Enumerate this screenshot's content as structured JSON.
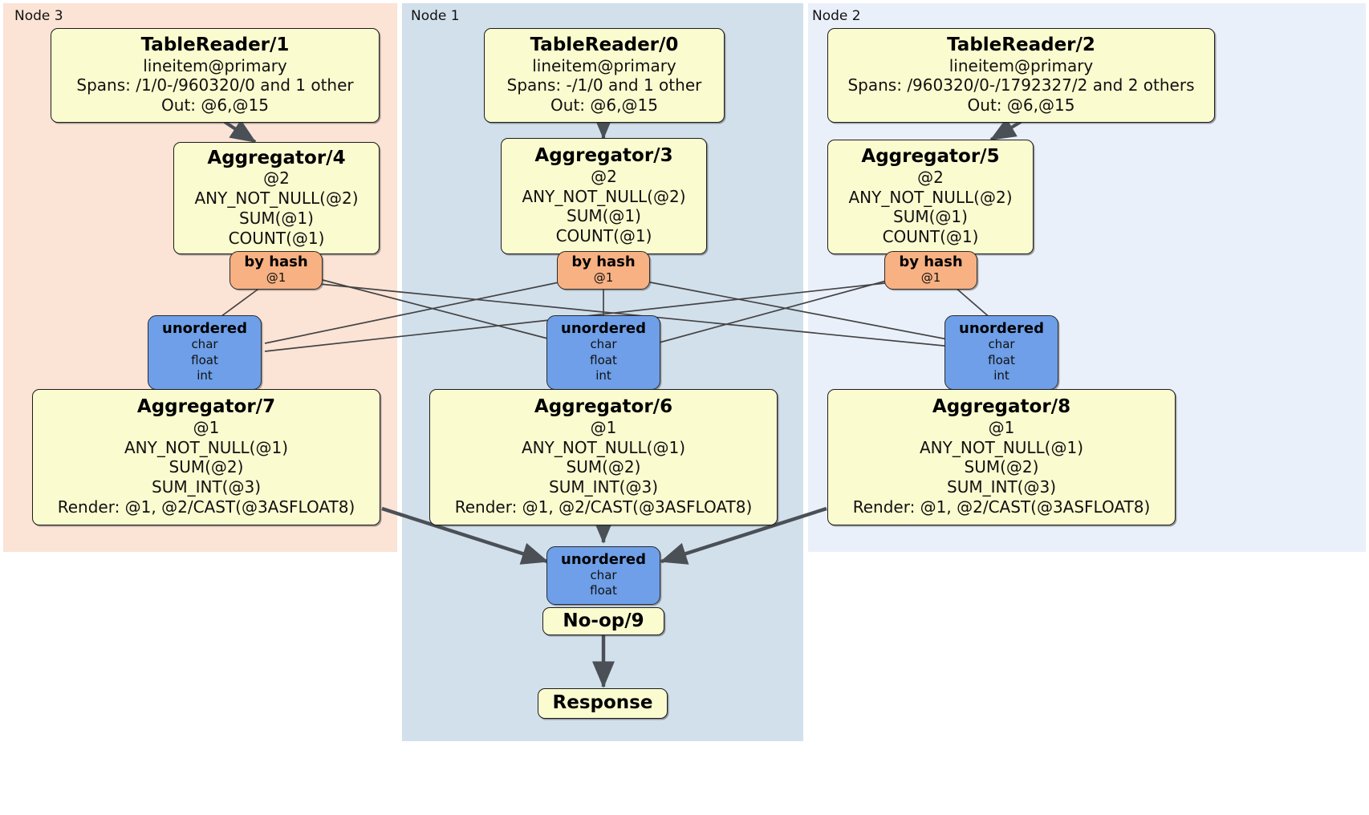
{
  "diagram": {
    "type": "distributed-query-plan",
    "colors": {
      "node3_panel": "#fbe3d6",
      "node1_panel": "#d2e0ec",
      "node2_panel": "#eaf0fa",
      "processor_fill": "#fbfbd0",
      "hash_router_fill": "#f7b183",
      "unordered_router_fill": "#6e9fe8",
      "edge": "#4a5056",
      "stroke": "#1c1c1c"
    },
    "panels": [
      {
        "id": "node3",
        "label": "Node 3"
      },
      {
        "id": "node1",
        "label": "Node 1"
      },
      {
        "id": "node2",
        "label": "Node 2"
      }
    ],
    "processors": {
      "tablereader_1": {
        "title": "TableReader/1",
        "lines": [
          "lineitem@primary",
          "Spans: /1/0-/960320/0 and 1 other",
          "Out: @6,@15"
        ]
      },
      "tablereader_0": {
        "title": "TableReader/0",
        "lines": [
          "lineitem@primary",
          "Spans: -/1/0 and 1 other",
          "Out: @6,@15"
        ]
      },
      "tablereader_2": {
        "title": "TableReader/2",
        "lines": [
          "lineitem@primary",
          "Spans: /960320/0-/1792327/2 and 2 others",
          "Out: @6,@15"
        ]
      },
      "aggregator_4": {
        "title": "Aggregator/4",
        "lines": [
          "@2",
          "ANY_NOT_NULL(@2)",
          "SUM(@1)",
          "COUNT(@1)"
        ]
      },
      "aggregator_3": {
        "title": "Aggregator/3",
        "lines": [
          "@2",
          "ANY_NOT_NULL(@2)",
          "SUM(@1)",
          "COUNT(@1)"
        ]
      },
      "aggregator_5": {
        "title": "Aggregator/5",
        "lines": [
          "@2",
          "ANY_NOT_NULL(@2)",
          "SUM(@1)",
          "COUNT(@1)"
        ]
      },
      "aggregator_7": {
        "title": "Aggregator/7",
        "lines": [
          "@1",
          "ANY_NOT_NULL(@1)",
          "SUM(@2)",
          "SUM_INT(@3)",
          "Render: @1, @2/CAST(@3ASFLOAT8)"
        ]
      },
      "aggregator_6": {
        "title": "Aggregator/6",
        "lines": [
          "@1",
          "ANY_NOT_NULL(@1)",
          "SUM(@2)",
          "SUM_INT(@3)",
          "Render: @1, @2/CAST(@3ASFLOAT8)"
        ]
      },
      "aggregator_8": {
        "title": "Aggregator/8",
        "lines": [
          "@1",
          "ANY_NOT_NULL(@1)",
          "SUM(@2)",
          "SUM_INT(@3)",
          "Render: @1, @2/CAST(@3ASFLOAT8)"
        ]
      },
      "noop_9": {
        "title": "No-op/9",
        "lines": []
      },
      "response": {
        "title": "Response",
        "lines": []
      }
    },
    "routers": {
      "hash_left": {
        "title": "by hash",
        "lines": [
          "@1"
        ]
      },
      "hash_center": {
        "title": "by hash",
        "lines": [
          "@1"
        ]
      },
      "hash_right": {
        "title": "by hash",
        "lines": [
          "@1"
        ]
      },
      "unord_left": {
        "title": "unordered",
        "lines": [
          "char",
          "float",
          "int"
        ]
      },
      "unord_center": {
        "title": "unordered",
        "lines": [
          "char",
          "float",
          "int"
        ]
      },
      "unord_right": {
        "title": "unordered",
        "lines": [
          "char",
          "float",
          "int"
        ]
      },
      "unord_final": {
        "title": "unordered",
        "lines": [
          "char",
          "float"
        ]
      }
    }
  }
}
